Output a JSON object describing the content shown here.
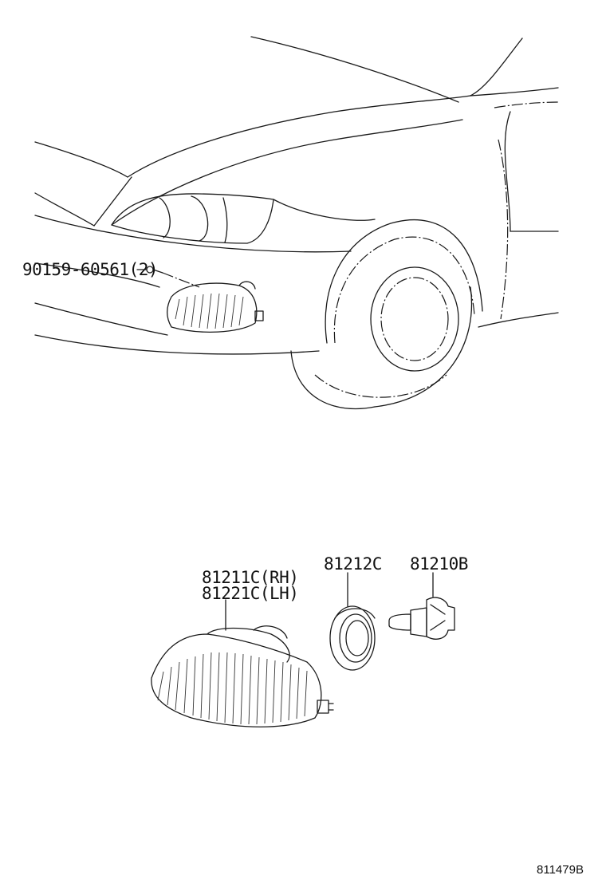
{
  "parts": [
    {
      "part_number": "90159-60561(2)"
    },
    {
      "part_number": "81211C(RH)"
    },
    {
      "part_number": "81221C(LH)"
    },
    {
      "part_number": "81212C"
    },
    {
      "part_number": "81210B"
    }
  ],
  "figure_ref": "811479B"
}
